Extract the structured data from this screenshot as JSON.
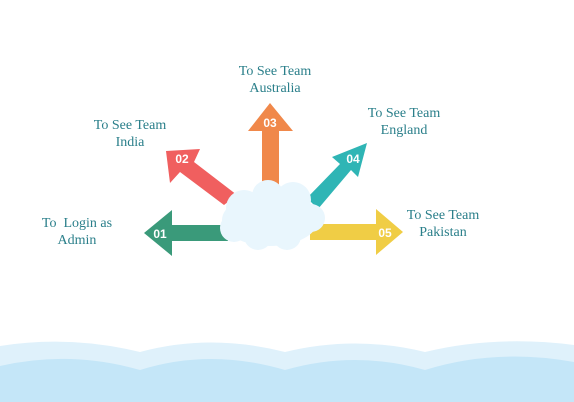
{
  "options": [
    {
      "number": "01",
      "line1": "To  Login as",
      "line2": "Admin",
      "color": "#3a9a7a"
    },
    {
      "number": "02",
      "line1": "To See Team",
      "line2": "India",
      "color": "#f05f5f"
    },
    {
      "number": "03",
      "line1": "To See Team",
      "line2": "Australia",
      "color": "#f0884a"
    },
    {
      "number": "04",
      "line1": "To See Team",
      "line2": "England",
      "color": "#2fb5b5"
    },
    {
      "number": "05",
      "line1": "To See Team",
      "line2": "Pakistan",
      "color": "#f0cd45"
    }
  ],
  "colors": {
    "cloud": "#e9f6fd",
    "wave_back": "#dff1fb",
    "wave_front": "#c4e6f8",
    "text": "#2a7f8a"
  }
}
